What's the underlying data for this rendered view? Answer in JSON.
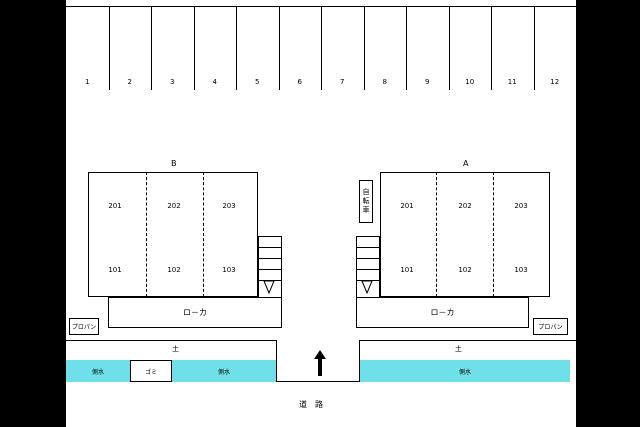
{
  "parking": {
    "spaces": [
      "1",
      "2",
      "3",
      "4",
      "5",
      "6",
      "7",
      "8",
      "9",
      "10",
      "11",
      "12"
    ]
  },
  "building_b": {
    "label": "B",
    "upper_rooms": [
      "201",
      "202",
      "203"
    ],
    "lower_rooms": [
      "101",
      "102",
      "103"
    ],
    "corridor": "ロ－カ"
  },
  "building_a": {
    "label": "A",
    "upper_rooms": [
      "201",
      "202",
      "203"
    ],
    "lower_rooms": [
      "101",
      "102",
      "103"
    ],
    "corridor": "ロ－カ"
  },
  "bicycle": {
    "label": "自転車"
  },
  "propane": {
    "left": "プロパン",
    "right": "プロパン"
  },
  "ground": {
    "left": "土",
    "right": "土"
  },
  "drain": {
    "left1": "側水",
    "garbage": "ゴミ",
    "left2": "側水",
    "right": "側水"
  },
  "road": {
    "label": "道　路"
  },
  "colors": {
    "drain": "#6fe0ea",
    "background": "#000000",
    "paper": "#ffffff"
  },
  "icons": {
    "entrance": "arrow-up-icon"
  }
}
